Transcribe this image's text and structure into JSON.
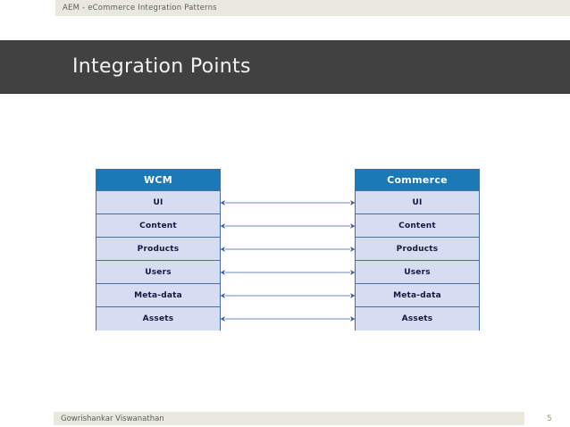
{
  "header": {
    "text": "AEM - eCommerce Integration Patterns"
  },
  "title": {
    "text": "Integration Points"
  },
  "footer": {
    "author": "Gowrishankar Viswanathan",
    "page_number": "5"
  },
  "colors": {
    "header_strip": "#e8e8de",
    "title_banner": "#414141",
    "stack_header": "#1b7ab5",
    "stack_row": "#d6dcf1",
    "stack_border": "#4a6bab",
    "arrow": "#4a6bab"
  },
  "chart_data": {
    "type": "diagram",
    "title": "Integration Points",
    "nodes": [
      {
        "id": "wcm",
        "label": "WCM",
        "rows": [
          "UI",
          "Content",
          "Products",
          "Users",
          "Meta-data",
          "Assets"
        ]
      },
      {
        "id": "commerce",
        "label": "Commerce",
        "rows": [
          "UI",
          "Content",
          "Products",
          "Users",
          "Meta-data",
          "Assets"
        ]
      }
    ],
    "connections": [
      {
        "from": "wcm.UI",
        "to": "commerce.UI",
        "style": "double-arrow"
      },
      {
        "from": "wcm.Content",
        "to": "commerce.Content",
        "style": "double-arrow"
      },
      {
        "from": "wcm.Products",
        "to": "commerce.Products",
        "style": "double-arrow"
      },
      {
        "from": "wcm.Users",
        "to": "commerce.Users",
        "style": "double-arrow"
      },
      {
        "from": "wcm.Meta-data",
        "to": "commerce.Meta-data",
        "style": "double-arrow"
      },
      {
        "from": "wcm.Assets",
        "to": "commerce.Assets",
        "style": "double-arrow"
      }
    ]
  }
}
